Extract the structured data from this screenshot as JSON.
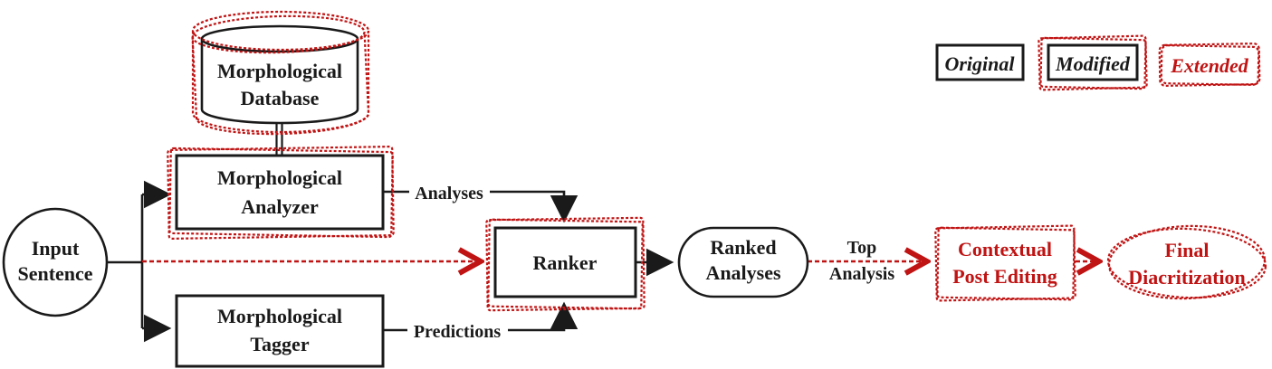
{
  "colors": {
    "black": "#1a1a1a",
    "red": "#c01414",
    "background": "#ffffff"
  },
  "legend": {
    "original": "Original",
    "modified": "Modified",
    "extended": "Extended"
  },
  "nodes": {
    "input_sentence": {
      "line1": "Input",
      "line2": "Sentence",
      "style": "original"
    },
    "morphological_database": {
      "line1": "Morphological",
      "line2": "Database",
      "style": "modified"
    },
    "morphological_analyzer": {
      "line1": "Morphological",
      "line2": "Analyzer",
      "style": "modified"
    },
    "morphological_tagger": {
      "line1": "Morphological",
      "line2": "Tagger",
      "style": "original"
    },
    "ranker": {
      "label": "Ranker",
      "style": "modified"
    },
    "ranked_analyses": {
      "line1": "Ranked",
      "line2": "Analyses",
      "style": "original"
    },
    "contextual_post_editing": {
      "line1": "Contextual",
      "line2": "Post Editing",
      "style": "extended"
    },
    "final_diacritization": {
      "line1": "Final",
      "line2": "Diacritization",
      "style": "extended"
    }
  },
  "edge_labels": {
    "analyses": "Analyses",
    "predictions": "Predictions",
    "top_analysis_line1": "Top",
    "top_analysis_line2": "Analysis"
  }
}
